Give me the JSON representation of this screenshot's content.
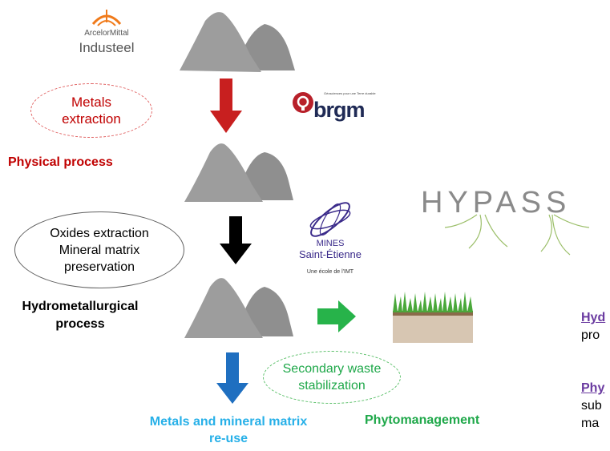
{
  "logos": {
    "arcelor_line1": "ArcelorMittal",
    "arcelor_line2": "Industeel",
    "brgm_tagline": "Géosciences pour une Terre durable",
    "brgm_name": "brgm",
    "mines_line1": "MINES",
    "mines_line2": "Saint-Étienne",
    "mines_line3": "Une école de l'IMT",
    "hypass_name": "HYPASS"
  },
  "ellipses": {
    "metals_extraction": [
      "Metals",
      "extraction"
    ],
    "oxides_extraction": [
      "Oxides extraction",
      "Mineral matrix",
      "preservation"
    ],
    "secondary_waste": [
      "Secondary waste",
      "stabilization"
    ]
  },
  "labels": {
    "physical_process": "Physical process",
    "hydrometallurgical_line1": "Hydrometallurgical",
    "hydrometallurgical_line2": "process",
    "metals_reuse_line1": "Metals and mineral matrix",
    "metals_reuse_line2": "re-use",
    "phytomanagement": "Phytomanagement"
  },
  "side_text": {
    "hydro_head": "Hyd",
    "hydro_cont": "pro",
    "phyto_head": "Phy",
    "phyto_cont1": "sub",
    "phyto_cont2": "ma"
  },
  "colors": {
    "arrow_red": "#c81f1f",
    "arrow_black": "#000000",
    "arrow_blue": "#1f6fc0",
    "arrow_green": "#27b34a",
    "pile_gray": "#9b9b9b",
    "hypass_gray": "#8a8a8a",
    "hypass_green": "#9cbf6a"
  },
  "icons": [
    "rock-pile-icon",
    "down-arrow-icon",
    "right-arrow-icon",
    "soil-grass-icon"
  ]
}
